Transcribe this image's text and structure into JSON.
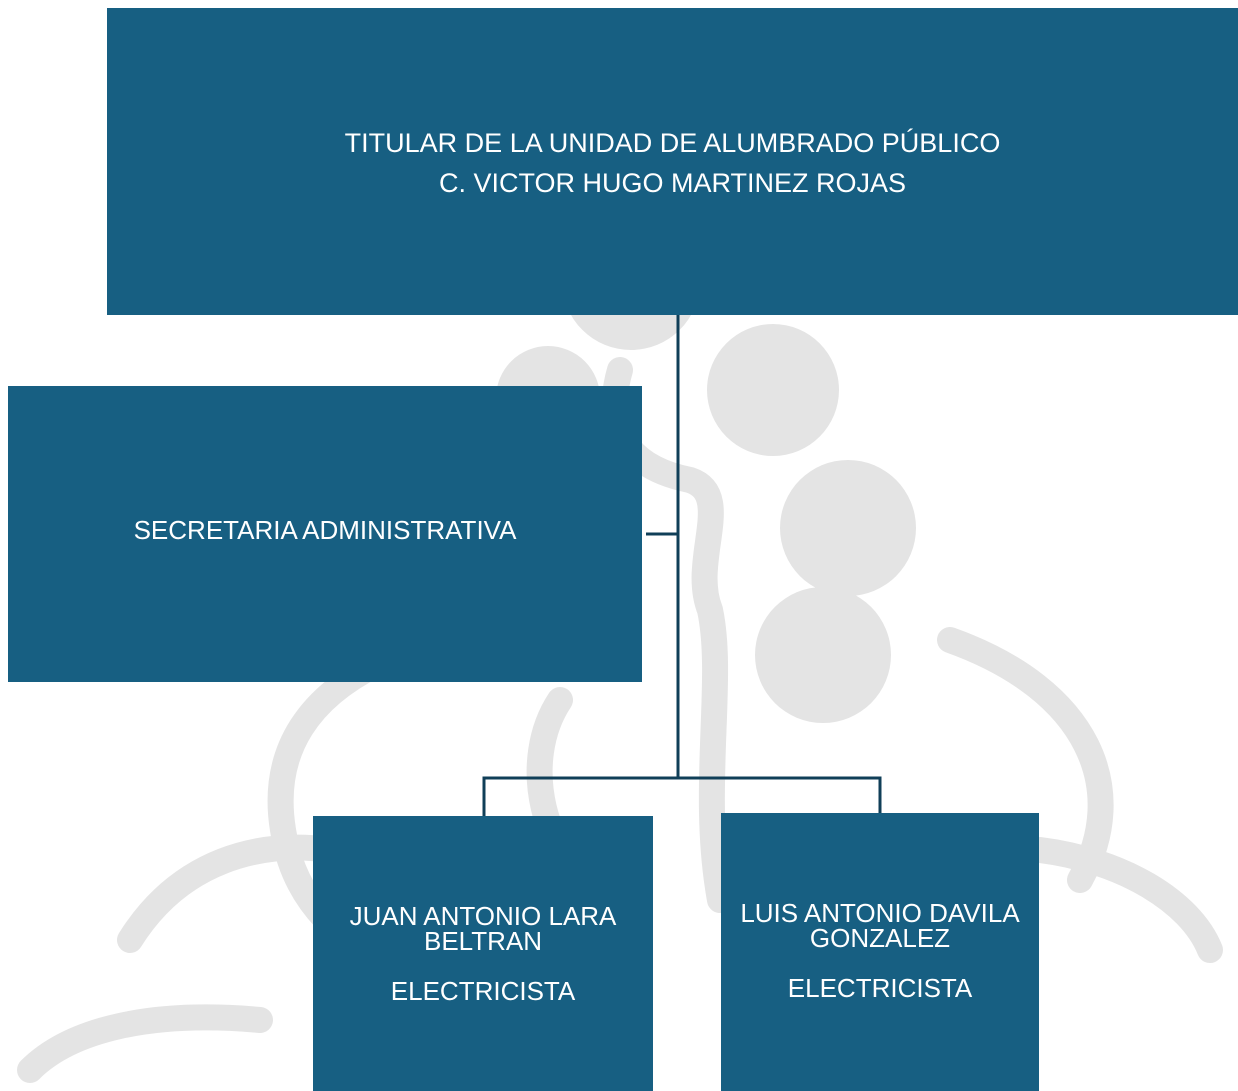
{
  "org_chart": {
    "top": {
      "title": "TITULAR DE LA UNIDAD DE ALUMBRADO PÚBLICO",
      "name": "C. VICTOR HUGO MARTINEZ ROJAS"
    },
    "assistant": {
      "title": "SECRETARIA ADMINISTRATIVA"
    },
    "subordinates": [
      {
        "name": "JUAN ANTONIO LARA BELTRAN",
        "role": "ELECTRICISTA"
      },
      {
        "name": "LUIS ANTONIO DAVILA GONZALEZ",
        "role": "ELECTRICISTA"
      }
    ]
  },
  "colors": {
    "box_fill": "#175f82",
    "box_text": "#ffffff",
    "connector": "#103f58",
    "watermark": "#e3e3e3"
  }
}
